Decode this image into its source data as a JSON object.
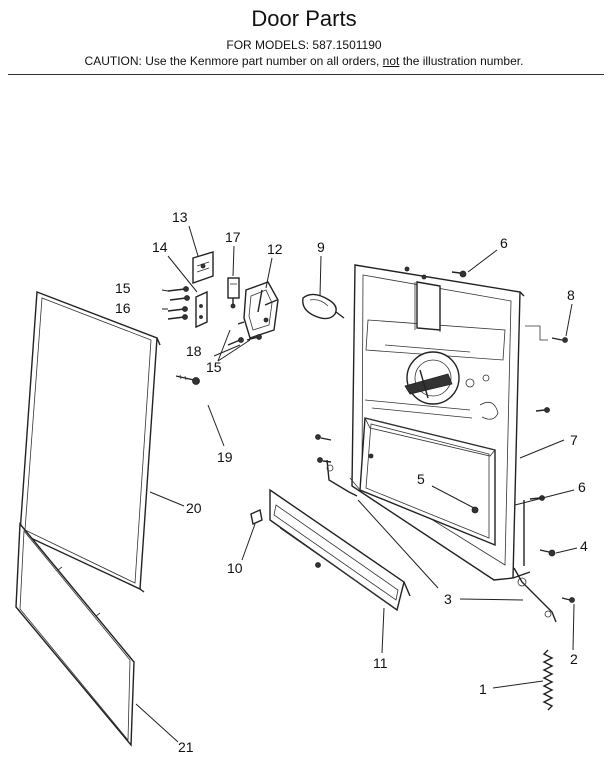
{
  "header": {
    "title": "Door Parts",
    "models": "FOR MODELS:  587.1501190",
    "caution_prefix": "CAUTION:  Use the Kenmore part number on all orders, ",
    "caution_emphasis": "not",
    "caution_suffix": " the illustration number."
  },
  "callouts": [
    {
      "id": "c1",
      "text": "1"
    },
    {
      "id": "c2",
      "text": "2"
    },
    {
      "id": "c3",
      "text": "3"
    },
    {
      "id": "c4",
      "text": "4"
    },
    {
      "id": "c5",
      "text": "5"
    },
    {
      "id": "c6a",
      "text": "6"
    },
    {
      "id": "c6b",
      "text": "6"
    },
    {
      "id": "c7",
      "text": "7"
    },
    {
      "id": "c8",
      "text": "8"
    },
    {
      "id": "c9",
      "text": "9"
    },
    {
      "id": "c10",
      "text": "10"
    },
    {
      "id": "c11",
      "text": "11"
    },
    {
      "id": "c12",
      "text": "12"
    },
    {
      "id": "c13",
      "text": "13"
    },
    {
      "id": "c14",
      "text": "14"
    },
    {
      "id": "c15a",
      "text": "15"
    },
    {
      "id": "c15b",
      "text": "15"
    },
    {
      "id": "c16",
      "text": "16"
    },
    {
      "id": "c17",
      "text": "17"
    },
    {
      "id": "c18",
      "text": "18"
    },
    {
      "id": "c19",
      "text": "19"
    },
    {
      "id": "c20",
      "text": "20"
    },
    {
      "id": "c21",
      "text": "21"
    }
  ]
}
